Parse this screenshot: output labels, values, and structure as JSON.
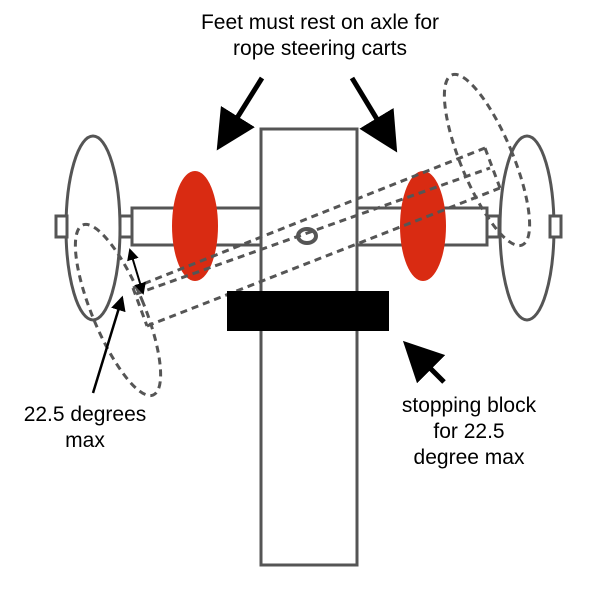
{
  "labels": {
    "top": [
      "Feet must rest on axle for",
      "rope steering carts"
    ],
    "left": [
      "22.5 degrees",
      "max"
    ],
    "right": [
      "stopping block",
      "for 22.5",
      "degree max"
    ]
  },
  "colors": {
    "stroke": "#555555",
    "foot": "#d92b12",
    "block": "#000000",
    "text": "#000000"
  }
}
